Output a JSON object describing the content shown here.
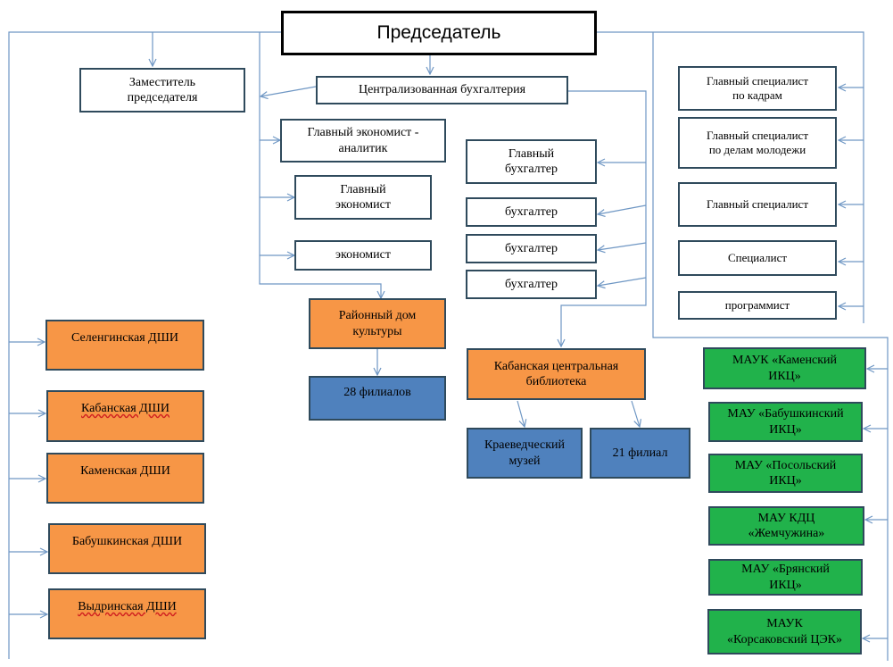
{
  "chairman": "Председатель",
  "boxes": {
    "deputy": "Заместитель\nпредседателя",
    "central_accounting": "Централизованная бухгалтерия",
    "chief_economist_analyst": "Главный экономист -\nаналитик",
    "chief_economist": "Главный\nэкономист",
    "economist": "экономист",
    "chief_accountant": "Главный\nбухгалтер",
    "accountant_1": "бухгалтер",
    "accountant_2": "бухгалтер",
    "accountant_3": "бухгалтер",
    "hr_specialist": "Главный специалист\nпо кадрам",
    "youth_specialist": "Главный специалист\nпо делам молодежи",
    "chief_specialist": "Главный специалист",
    "specialist": "Специалист",
    "programmer": "программист",
    "district_culture_house": "Районный дом\nкультуры",
    "branches_28": "28 филиалов",
    "central_library": "Кабанская центральная\nбиблиотека",
    "local_museum": "Краеведческий\nмузей",
    "branch_21": "21 филиал",
    "selenga_school": "Селенгинская ДШИ",
    "kabansk_school": "Кабанская ДШИ",
    "kamensk_school": "Каменская ДШИ",
    "babushkin_school": "Бабушкинская  ДШИ",
    "vydrino_school": "Выдринская ДШИ",
    "mauk_kamensk": "МАУК «Каменский\nИКЦ»",
    "mau_babushkin": "МАУ «Бабушкинский\nИКЦ»",
    "mau_posolsk": "МАУ «Посольский\nИКЦ»",
    "mau_zhemchuzhina": "МАУ КДЦ\n«Жемчужина»",
    "mau_bryansk": "МАУ «Брянский\nИКЦ»",
    "mauk_korsakovsky": "МАУК\n«Корсаковский ЦЭК»"
  },
  "colors": {
    "line": "#6f97c4",
    "border": "#2f4a5c",
    "orange": "#f79646",
    "blue": "#4f81bd",
    "green": "#21b24b"
  }
}
